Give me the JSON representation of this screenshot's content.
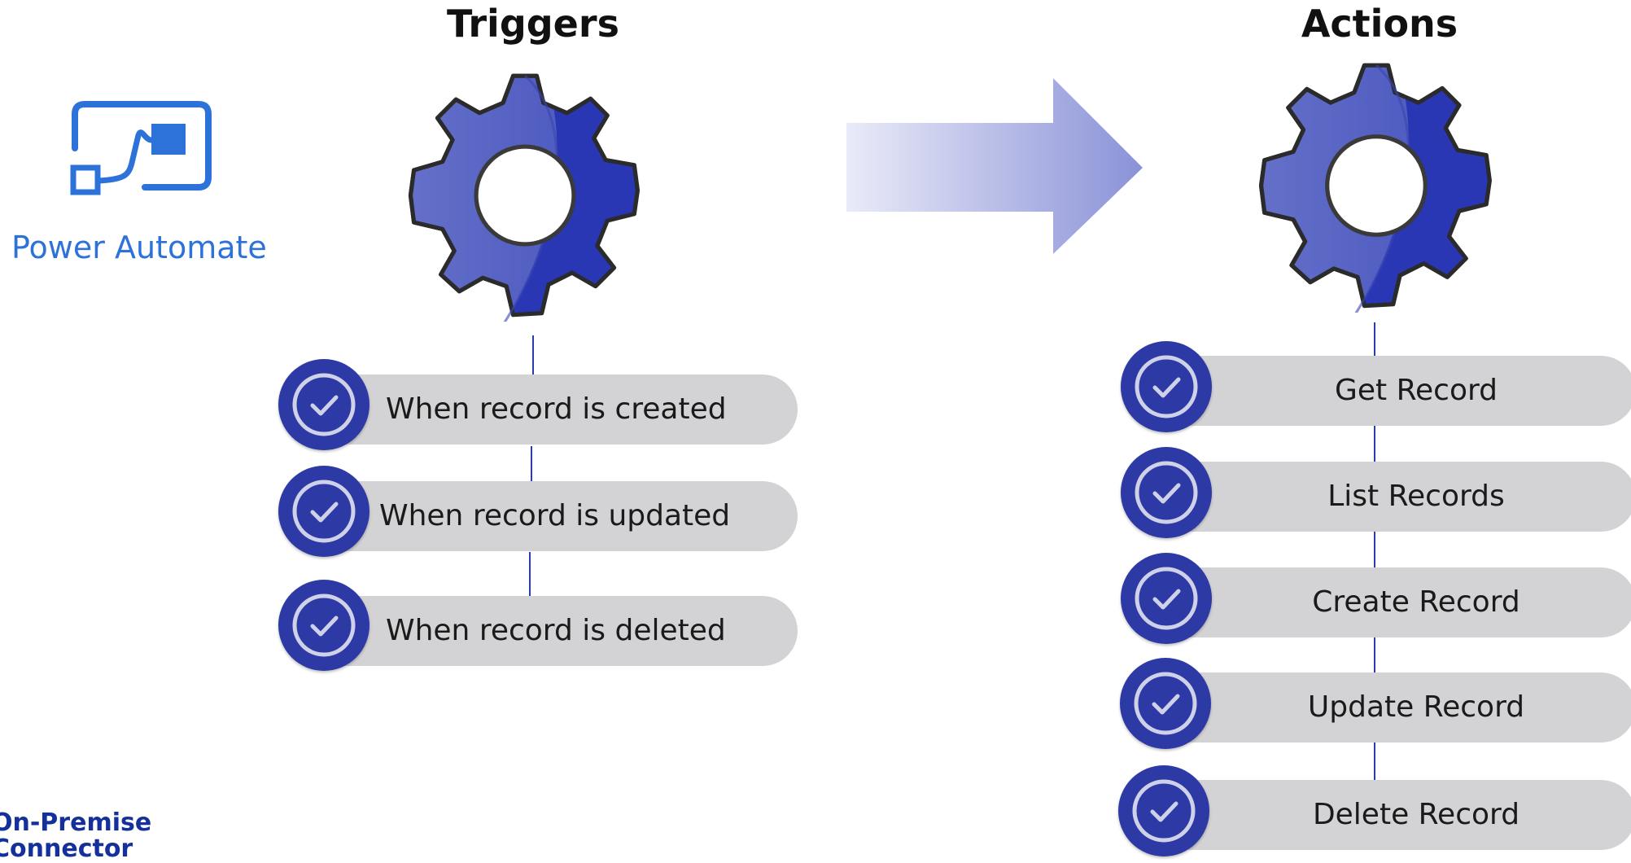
{
  "triggers": {
    "heading": "Triggers",
    "items": [
      "When record is created",
      "When record is updated",
      "When record is deleted"
    ]
  },
  "actions": {
    "heading": "Actions",
    "items": [
      "Get Record",
      "List Records",
      "Create Record",
      "Update Record",
      "Delete Record"
    ]
  },
  "logo": {
    "label": "Power Automate"
  },
  "connector_label": "On-Premise\nConnector",
  "colors": {
    "gear_dark": "#2a37b5",
    "gear_light": "#5a66c4",
    "check_circle": "#2d3aa5",
    "pill": "#d3d3d5",
    "logo_blue": "#2d72d9",
    "arrow_start": "#e9eaf7",
    "arrow_end": "#8c93d9"
  }
}
